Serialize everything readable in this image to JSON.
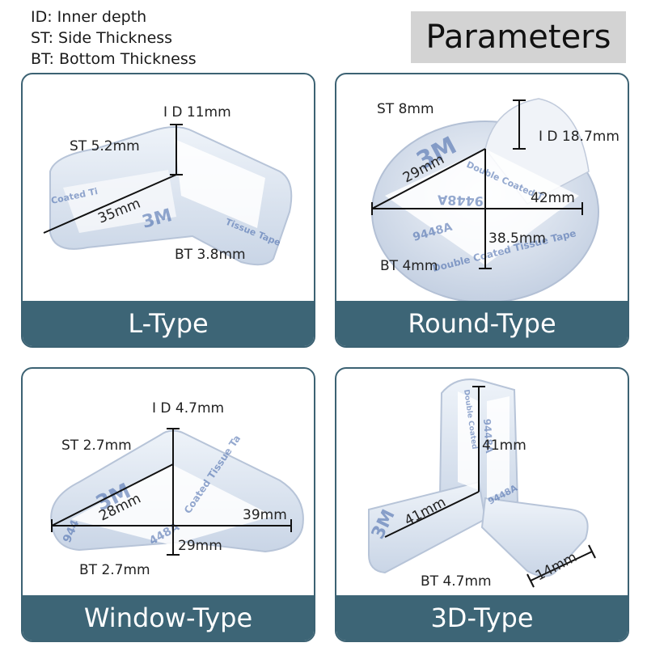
{
  "legend": {
    "line1": "ID: Inner depth",
    "line2": "ST: Side Thickness",
    "line3": "BT: Bottom Thickness"
  },
  "header": {
    "title": "Parameters"
  },
  "colors": {
    "card_border": "#3c6273",
    "title_bar": "#3d6576",
    "params_bg": "#d3d3d3",
    "tape_blue": "#3f63a8"
  },
  "cards": {
    "l_type": {
      "title": "L-Type",
      "id": "I D 11mm",
      "st": "ST 5.2mm",
      "length": "35mm",
      "bt": "BT  3.8mm",
      "tape1": "3M",
      "tape2": "Coated Ti",
      "tape3": "Tissue Tape"
    },
    "round_type": {
      "title": "Round-Type",
      "st": "ST 8mm",
      "id": "I D 18.7mm",
      "radius": "29mm",
      "width": "42mm",
      "height": "38.5mm",
      "bt": "BT 4mm",
      "tape1": "3M",
      "tape2": "9448A",
      "tape3": "Double Coated T",
      "tape4": "Double Coated Tissue Tape",
      "tape5": "9448A"
    },
    "window_type": {
      "title": "Window-Type",
      "id": "I D 4.7mm",
      "st": "ST 2.7mm",
      "diag": "28mm",
      "width": "39mm",
      "height": "29mm",
      "bt": "BT 2.7mm",
      "tape1": "3M",
      "tape2": "Coated Tissue Ta",
      "tape3": "448A",
      "tape4": "944"
    },
    "3d_type": {
      "title": "3D-Type",
      "height": "41mm",
      "length": "41mm",
      "side": "14mm",
      "bt": "BT 4.7mm",
      "tape1": "9448A",
      "tape2": "9448A",
      "tape3": "Double Coated",
      "tape4": "3M"
    }
  }
}
